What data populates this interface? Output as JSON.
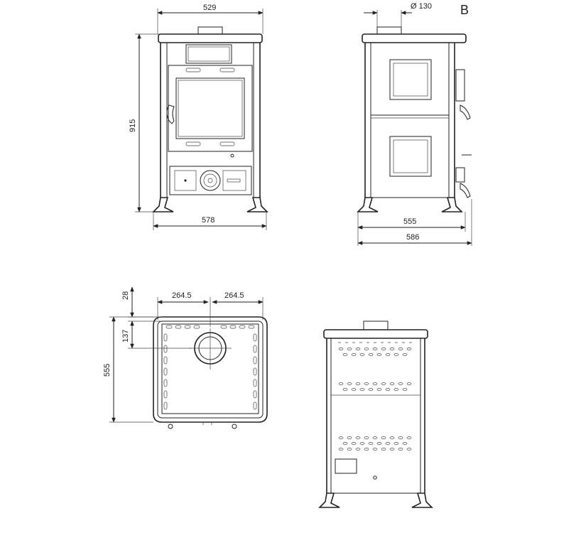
{
  "sheet": {
    "label": "B"
  },
  "front_view": {
    "width_top": "529",
    "height": "915",
    "width_base": "578"
  },
  "side_view": {
    "flue_diameter": "Ø 130",
    "depth_body": "555",
    "depth_total": "586"
  },
  "top_view": {
    "half_width_left": "264.5",
    "half_width_right": "264.5",
    "rear_offset": "28",
    "flue_offset": "137",
    "depth": "555"
  }
}
